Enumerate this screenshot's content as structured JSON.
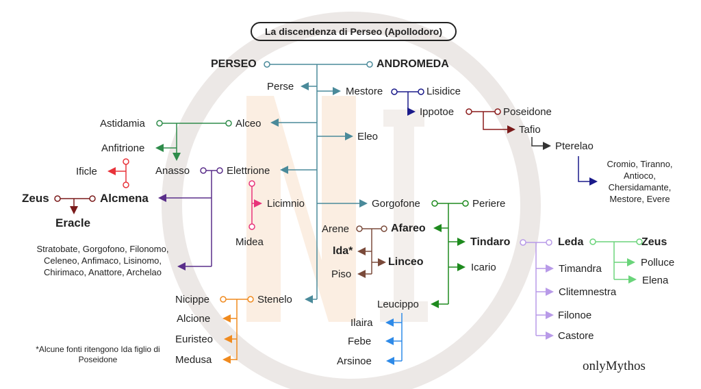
{
  "title": "La discendenza di Perseo (Apollodoro)",
  "brand": "onlyMythos",
  "footnote": "*Alcune fonti ritengono Ida figlio di Poseidone",
  "colors": {
    "perseo_line": "#4a8a9a",
    "alceo_line": "#2e8b4a",
    "anfitrione_line": "#e8333a",
    "eracle_line": "#7a1a1a",
    "elettrione_line": "#5a2e8a",
    "licimnio_line": "#e8337a",
    "mestore_line": "#1a1a8a",
    "ippotoe_line": "#8a1a1a",
    "tafio_line": "#333333",
    "pterelao_line": "#1a1a8a",
    "gorgofone_line": "#1e8a1e",
    "afareo_line": "#7a4a3a",
    "tindaro_line": "#b89ae8",
    "leda_line": "#6ad47a",
    "leucippo_line": "#2e8ae8",
    "stenelo_line": "#f08a1e",
    "watermark_ring": "#ece8e6",
    "watermark_letter": "#fbeee2"
  },
  "nodes": {
    "perseo": "PERSEO",
    "andromeda": "ANDROMEDA",
    "perse": "Perse",
    "mestore": "Mestore",
    "lisidice": "Lisidice",
    "ippotoe": "Ippotoe",
    "poseidone": "Poseidone",
    "tafio": "Tafio",
    "pterelao": "Pterelao",
    "pterelao_children": "Cromio, Tiranno, Antioco, Chersidamante, Mestore, Evere",
    "astidamia": "Astidamia",
    "alceo": "Alceo",
    "eleo": "Eleo",
    "anfitrione": "Anfitrione",
    "ificle": "Ificle",
    "anasso": "Anasso",
    "elettrione": "Elettrione",
    "zeus1": "Zeus",
    "alcmena": "Alcmena",
    "eracle": "Eracle",
    "licimnio": "Licimnio",
    "midea": "Midea",
    "elettrione_children": "Stratobate, Gorgofono, Filonomo, Celeneo, Anfimaco, Lisinomo, Chirimaco, Anattore, Archelao",
    "gorgofone": "Gorgofone",
    "periere": "Periere",
    "arene": "Arene",
    "afareo": "Afareo",
    "ida": "Ida*",
    "linceo": "Linceo",
    "piso": "Piso",
    "tindaro": "Tindaro",
    "leda": "Leda",
    "zeus2": "Zeus",
    "polluce": "Polluce",
    "elena": "Elena",
    "timandra": "Timandra",
    "clitemnestra": "Clitemnestra",
    "filonoe": "Filonoe",
    "castore": "Castore",
    "icario": "Icario",
    "leucippo": "Leucippo",
    "ilaira": "Ilaira",
    "febe": "Febe",
    "arsinoe": "Arsinoe",
    "nicippe": "Nicippe",
    "stenelo": "Stenelo",
    "alcione": "Alcione",
    "euristeo": "Euristeo",
    "medusa": "Medusa"
  }
}
